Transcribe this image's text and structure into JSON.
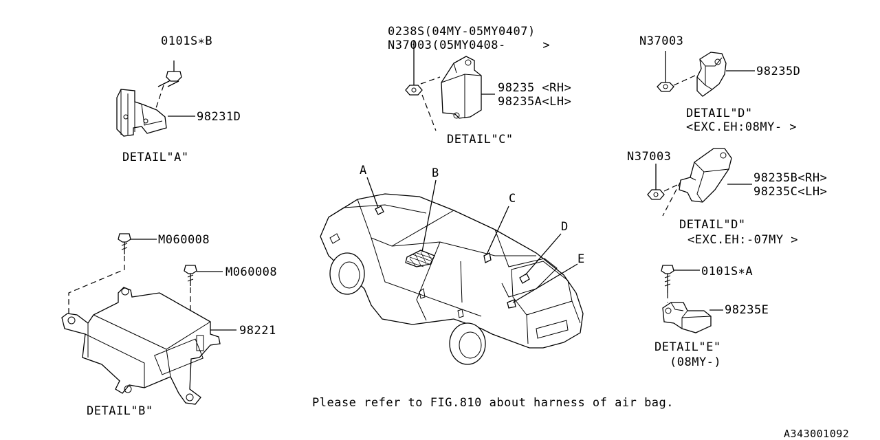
{
  "detail_a": {
    "bolt_part": "0101S∗B",
    "bracket_part": "98231D",
    "caption": "DETAIL\"A\""
  },
  "detail_b": {
    "bolt_part_1": "M060008",
    "bolt_part_2": "M060008",
    "module_part": "98221",
    "caption": "DETAIL\"B\""
  },
  "detail_c": {
    "bolt_line_1": "0238S(04MY-05MY0407)",
    "bolt_line_2": "N37003(05MY0408-     >",
    "sensor_rh": "98235 <RH>",
    "sensor_lh": "98235A<LH>",
    "caption": "DETAIL\"C\""
  },
  "detail_d1": {
    "nut_part": "N37003",
    "sensor_part": "98235D",
    "caption": "DETAIL\"D\"",
    "applicability": "<EXC.EH:08MY- >"
  },
  "detail_d2": {
    "nut_part": "N37003",
    "sensor_rh": "98235B<RH>",
    "sensor_lh": "98235C<LH>",
    "caption": "DETAIL\"D\"",
    "applicability": "<EXC.EH:-07MY >"
  },
  "detail_e": {
    "bolt_part": "0101S∗A",
    "sensor_part": "98235E",
    "caption": "DETAIL\"E\"",
    "applicability": "(08MY-)"
  },
  "car": {
    "callouts": [
      "A",
      "B",
      "C",
      "D",
      "E"
    ]
  },
  "footer": {
    "note": "Please refer to FIG.810 about harness of air bag.",
    "diagram_id": "A343001092"
  }
}
